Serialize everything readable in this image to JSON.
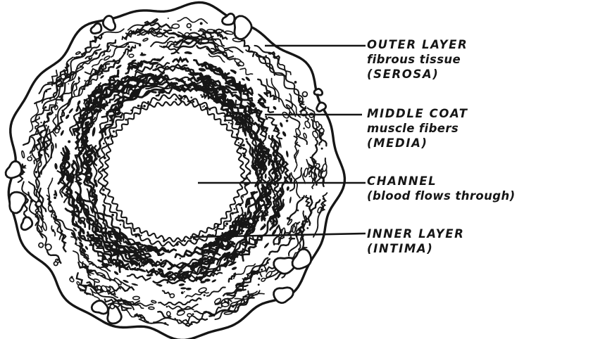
{
  "figure": {
    "subject": "Cross-section of a blood vessel (artery)",
    "description": "Hand-drawn pen-and-ink cross-section of an artery showing concentric wall layers around a central channel",
    "ink_color": "#161616",
    "paper_color": "#ffffff"
  },
  "labels": [
    {
      "id": "outer-layer",
      "title": "OUTER LAYER",
      "subtitle": "fibrous tissue",
      "parenthetical": "(SEROSA)"
    },
    {
      "id": "middle-coat",
      "title": "MIDDLE COAT",
      "subtitle": "muscle fibers",
      "parenthetical": "(MEDIA)"
    },
    {
      "id": "channel",
      "title": "CHANNEL",
      "subtitle": "(blood flows through)"
    },
    {
      "id": "inner-layer",
      "title": "INNER LAYER",
      "parenthetical": "(INTIMA)"
    }
  ]
}
